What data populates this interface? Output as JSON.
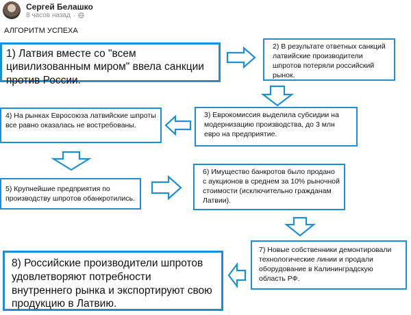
{
  "post": {
    "author": "Сергей Белашко",
    "time": "8 часов назад",
    "separator": "·"
  },
  "title": "АЛГОРИТМ УСПЕХА",
  "steps": [
    "1) Латвия вместе со \"всем цивилизованным миром\" ввела санкции против России.",
    "2) В результате ответных санкций латвийские производители шпротов потеряли российский рынок.",
    "3) Еврокомиссия выделила субсидии на модернизацию производства, до 3 млн евро на предприятие.",
    "4) На рынках Евросоюза латвийские шпроты все равно оказалась не востребованы.",
    "5) Крупнейшие предприятия по производству шпротов обанкротились.",
    "6) Имущество банкротов было продано с аукционов в среднем за 10% рыночной стоимости (исключительно гражданам Латвии).",
    "7) Новые собственники демонтировали технологические линии и продали оборудование в Калининградскую область РФ.",
    "8) Российские производители шпротов удовлетворяют потребности внутреннего рынка и экспортируют свою продукцию в Латвию."
  ],
  "colors": {
    "accent": "#1f8ed1"
  },
  "icons": {
    "visibility": "globe-icon"
  }
}
